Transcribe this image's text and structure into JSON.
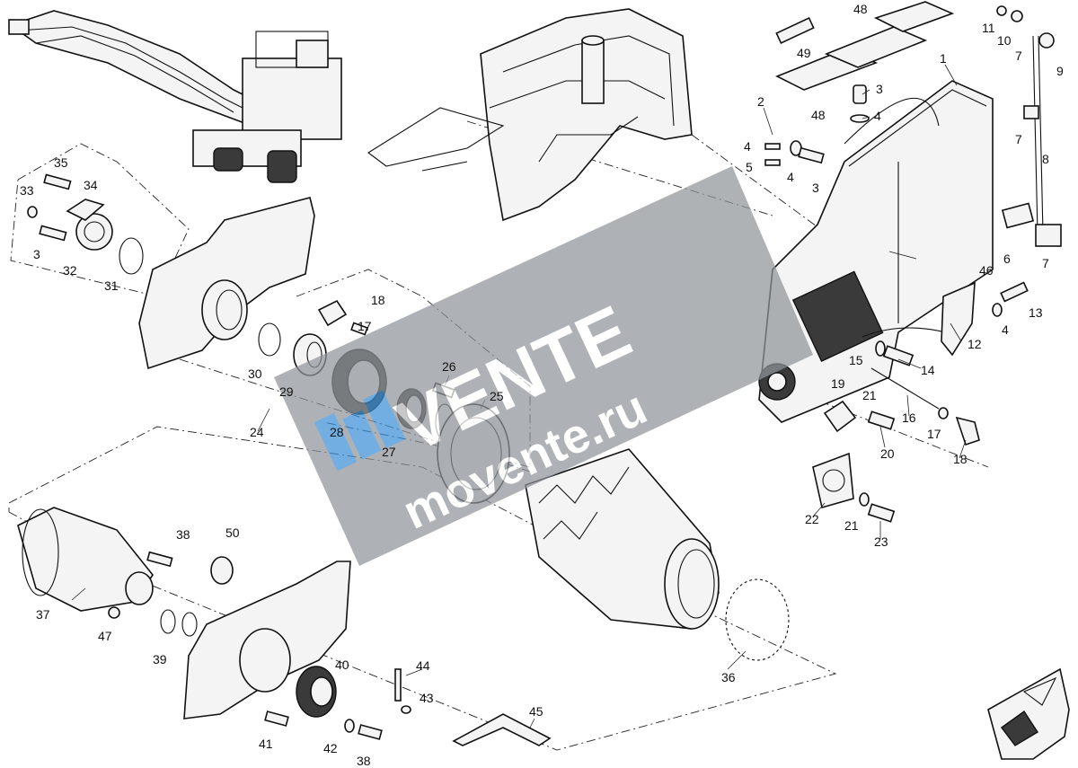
{
  "callouts": [
    {
      "id": "c1",
      "text": "1"
    },
    {
      "id": "c2",
      "text": "2"
    },
    {
      "id": "c3a",
      "text": "3"
    },
    {
      "id": "c3b",
      "text": "3"
    },
    {
      "id": "c3c",
      "text": "3"
    },
    {
      "id": "c4a",
      "text": "4"
    },
    {
      "id": "c4b",
      "text": "4"
    },
    {
      "id": "c4c",
      "text": "4"
    },
    {
      "id": "c4d",
      "text": "4"
    },
    {
      "id": "c5",
      "text": "5"
    },
    {
      "id": "c6",
      "text": "6"
    },
    {
      "id": "c7a",
      "text": "7"
    },
    {
      "id": "c7b",
      "text": "7"
    },
    {
      "id": "c7c",
      "text": "7"
    },
    {
      "id": "c8",
      "text": "8"
    },
    {
      "id": "c9",
      "text": "9"
    },
    {
      "id": "c10",
      "text": "10"
    },
    {
      "id": "c11",
      "text": "11"
    },
    {
      "id": "c12",
      "text": "12"
    },
    {
      "id": "c13",
      "text": "13"
    },
    {
      "id": "c14",
      "text": "14"
    },
    {
      "id": "c15",
      "text": "15"
    },
    {
      "id": "c16",
      "text": "16"
    },
    {
      "id": "c17a",
      "text": "17"
    },
    {
      "id": "c17b",
      "text": "17"
    },
    {
      "id": "c18a",
      "text": "18"
    },
    {
      "id": "c18b",
      "text": "18"
    },
    {
      "id": "c19",
      "text": "19"
    },
    {
      "id": "c20",
      "text": "20"
    },
    {
      "id": "c21a",
      "text": "21"
    },
    {
      "id": "c21b",
      "text": "21"
    },
    {
      "id": "c22",
      "text": "22"
    },
    {
      "id": "c23",
      "text": "23"
    },
    {
      "id": "c24",
      "text": "24"
    },
    {
      "id": "c25",
      "text": "25"
    },
    {
      "id": "c26",
      "text": "26"
    },
    {
      "id": "c27",
      "text": "27"
    },
    {
      "id": "c28",
      "text": "28"
    },
    {
      "id": "c29",
      "text": "29"
    },
    {
      "id": "c30",
      "text": "30"
    },
    {
      "id": "c31",
      "text": "31"
    },
    {
      "id": "c32",
      "text": "32"
    },
    {
      "id": "c33",
      "text": "33"
    },
    {
      "id": "c34",
      "text": "34"
    },
    {
      "id": "c35",
      "text": "35"
    },
    {
      "id": "c36",
      "text": "36"
    },
    {
      "id": "c37",
      "text": "37"
    },
    {
      "id": "c38a",
      "text": "38"
    },
    {
      "id": "c38b",
      "text": "38"
    },
    {
      "id": "c39",
      "text": "39"
    },
    {
      "id": "c40",
      "text": "40"
    },
    {
      "id": "c41",
      "text": "41"
    },
    {
      "id": "c42",
      "text": "42"
    },
    {
      "id": "c43",
      "text": "43"
    },
    {
      "id": "c44",
      "text": "44"
    },
    {
      "id": "c45",
      "text": "45"
    },
    {
      "id": "c46",
      "text": "46"
    },
    {
      "id": "c47",
      "text": "47"
    },
    {
      "id": "c48a",
      "text": "48"
    },
    {
      "id": "c48b",
      "text": "48"
    },
    {
      "id": "c49",
      "text": "49"
    },
    {
      "id": "c50",
      "text": "50"
    }
  ],
  "watermark": {
    "brand": "VENTE",
    "url": "movente.ru",
    "color": "#8f9499",
    "accent": "#3d8fd6"
  },
  "colors": {
    "ink": "#111111",
    "paper": "#ffffff"
  }
}
